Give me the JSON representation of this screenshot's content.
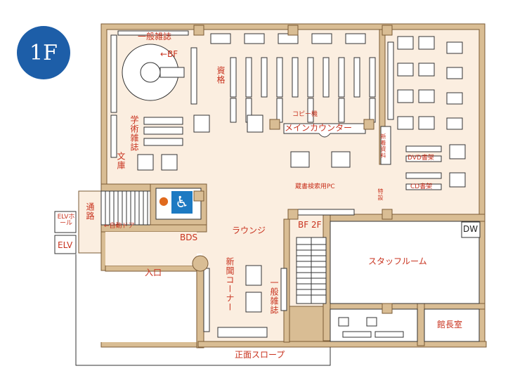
{
  "floor": {
    "label": "1F",
    "color": "#1d5ea8"
  },
  "colors": {
    "wall": "#d9bd94",
    "floor": "#fbeee0",
    "text": "#c8321e",
    "line": "#333333"
  },
  "areas": {
    "magazines_top": "一般雑誌",
    "stair_bf": "←BF",
    "qualifications": "資格",
    "academic_magazines": "学術雑誌",
    "bunko": "文庫",
    "copier": "コピー機",
    "main_counter": "メインカウンター",
    "new_materials": "新着資料",
    "dvd_shelf": "DVD書架",
    "cd_shelf": "CD書架",
    "search_pc": "蔵書検索用PC",
    "special": "特設",
    "passage": "通路",
    "auto_door": "←自動ドア",
    "elv_hall": "ELVホール",
    "elv": "ELV",
    "bds": "BDS",
    "lounge": "ラウンジ",
    "stairs_bf_2f": "BF 2F",
    "dw": "DW",
    "staff_room": "スタッフルーム",
    "newspaper_corner": "新聞コーナー",
    "magazines_lower": "一般雑誌",
    "entrance": "入口",
    "director_room": "館長室",
    "front_slope": "正面スロープ"
  },
  "icons": [
    "restroom-icon",
    "wheelchair-icon"
  ]
}
